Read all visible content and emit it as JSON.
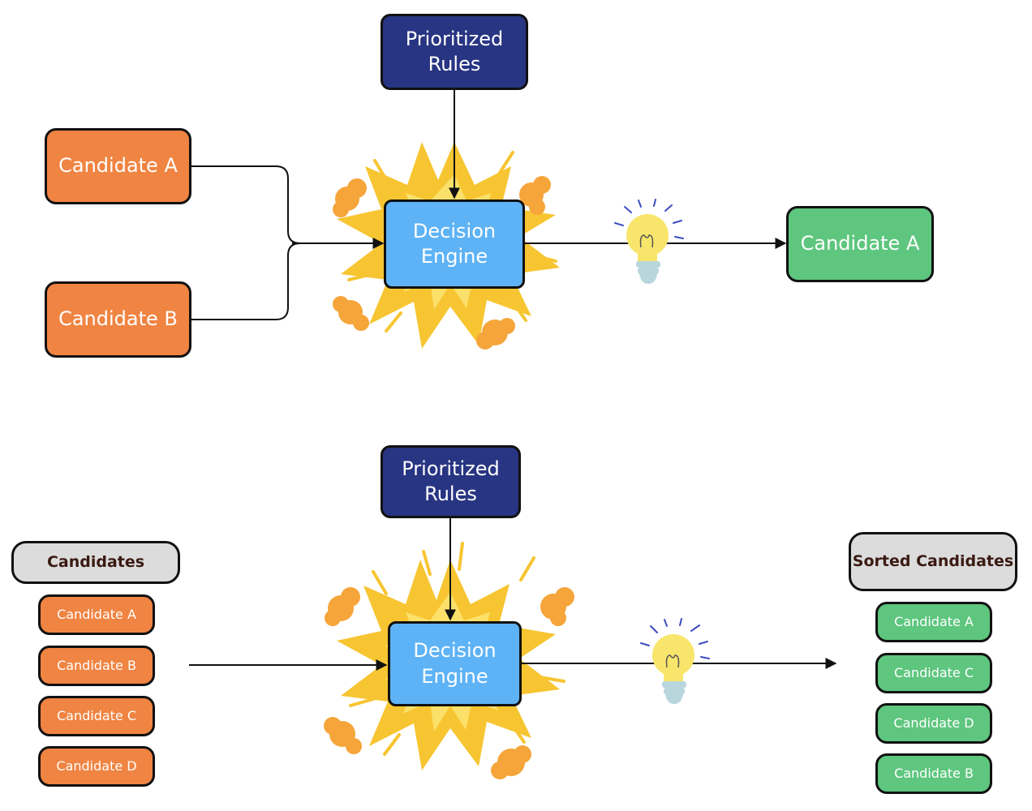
{
  "top": {
    "rules_label": "Prioritized\nRules",
    "engine_label": "Decision\nEngine",
    "inputs": [
      "Candidate A",
      "Candidate B"
    ],
    "output": "Candidate A"
  },
  "bottom": {
    "rules_label": "Prioritized\nRules",
    "engine_label": "Decision\nEngine",
    "input_header": "Candidates",
    "inputs": [
      "Candidate A",
      "Candidate B",
      "Candidate C",
      "Candidate D"
    ],
    "output_header": "Sorted Candidates",
    "outputs": [
      "Candidate A",
      "Candidate C",
      "Candidate D",
      "Candidate B"
    ]
  },
  "colors": {
    "rules": "#283583",
    "engine": "#5eb3f6",
    "candidate": "#f08442",
    "sorted": "#5ec67e",
    "header": "#dcdcdc",
    "burst": "#f7c531",
    "burst_inner": "#fbe06a",
    "bulb": "#f8e56b",
    "bulb_base": "#b9d6dc"
  },
  "icons": [
    "explosion-burst-icon",
    "lightbulb-icon",
    "arrow-icon"
  ]
}
